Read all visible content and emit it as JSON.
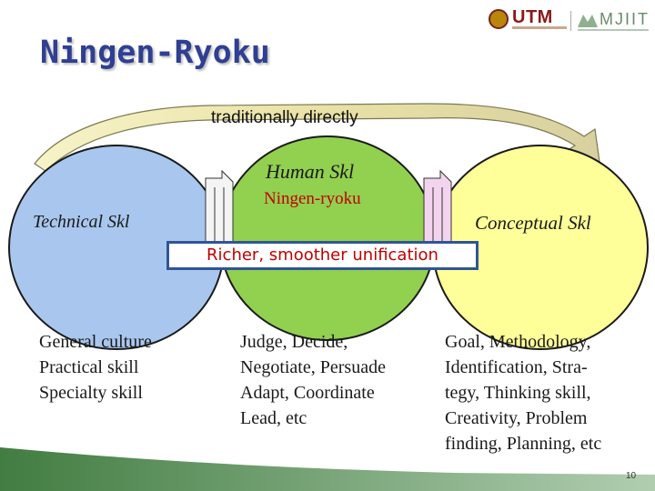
{
  "slide": {
    "title": "Ningen-Ryoku",
    "banner_text": "traditionally directly",
    "page_number": "10"
  },
  "logos": {
    "utm": "UTM",
    "mjiit": "MJIIT"
  },
  "circles": {
    "technical": {
      "label": "Technical Skl",
      "color": "#a9c7ee",
      "items": [
        "General culture",
        "Practical skill",
        "Specialty skill"
      ]
    },
    "human": {
      "label": "Human Skl",
      "sub_label": "Ningen-ryoku",
      "color": "#92d050",
      "items": [
        "Judge, Decide,",
        "Negotiate, Persuade",
        "Adapt, Coordinate",
        "Lead, etc"
      ]
    },
    "conceptual": {
      "label": "Conceptual Skl",
      "color": "#ffff99",
      "items": [
        "Goal, Methodology,",
        "Identification, Stra-",
        "tegy, Thinking skill,",
        "Creativity, Problem",
        "finding, Planning, etc"
      ]
    }
  },
  "unification_text": "Richer, smoother unification",
  "colors": {
    "title": "#2f3f93",
    "accent_red": "#c00000",
    "box_border": "#2f5597",
    "banner": "#f0e68c",
    "bottom_bar": "#3a7d3a"
  }
}
